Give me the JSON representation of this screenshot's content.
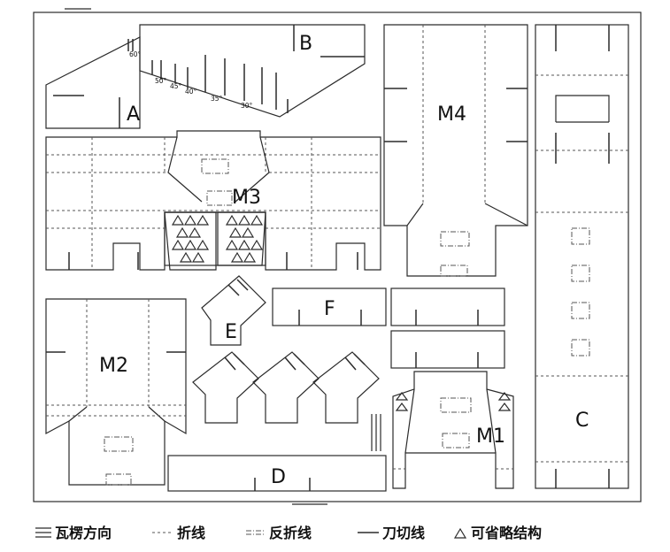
{
  "pieces": {
    "a": "A",
    "b": "B",
    "c": "C",
    "d": "D",
    "e": "E",
    "f": "F",
    "m1": "M1",
    "m2": "M2",
    "m3": "M3",
    "m4": "M4"
  },
  "angles": {
    "a60": "60°",
    "a50": "50°",
    "a45": "45°",
    "a40": "40°",
    "a35": "35°",
    "a30": "30°"
  },
  "legend": {
    "grain": "瓦楞方向",
    "fold": "折线",
    "reverse_fold": "反折线",
    "cut": "刀切线",
    "optional": "可省略结构"
  }
}
